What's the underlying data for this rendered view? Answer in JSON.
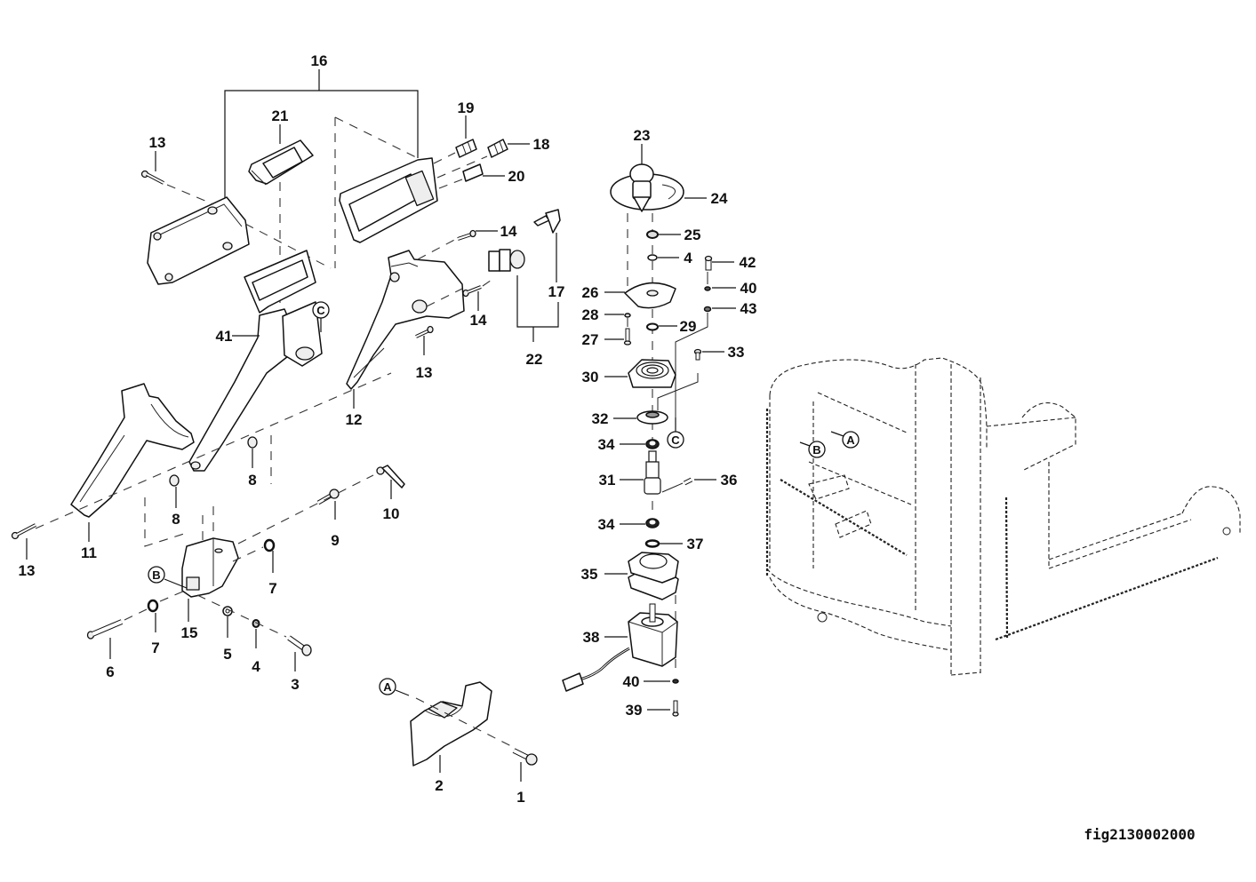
{
  "figure_id": "fig2130002000",
  "callouts": {
    "a": "A",
    "b": "B",
    "c": "C"
  },
  "parts": [
    {
      "no": "1"
    },
    {
      "no": "2"
    },
    {
      "no": "3"
    },
    {
      "no": "4"
    },
    {
      "no": "5"
    },
    {
      "no": "6"
    },
    {
      "no": "7"
    },
    {
      "no": "8"
    },
    {
      "no": "9"
    },
    {
      "no": "10"
    },
    {
      "no": "11"
    },
    {
      "no": "12"
    },
    {
      "no": "13"
    },
    {
      "no": "14"
    },
    {
      "no": "15"
    },
    {
      "no": "16"
    },
    {
      "no": "17"
    },
    {
      "no": "18"
    },
    {
      "no": "19"
    },
    {
      "no": "20"
    },
    {
      "no": "21"
    },
    {
      "no": "22"
    },
    {
      "no": "23"
    },
    {
      "no": "24"
    },
    {
      "no": "25"
    },
    {
      "no": "26"
    },
    {
      "no": "27"
    },
    {
      "no": "28"
    },
    {
      "no": "29"
    },
    {
      "no": "30"
    },
    {
      "no": "31"
    },
    {
      "no": "32"
    },
    {
      "no": "33"
    },
    {
      "no": "34"
    },
    {
      "no": "35"
    },
    {
      "no": "36"
    },
    {
      "no": "37"
    },
    {
      "no": "38"
    },
    {
      "no": "39"
    },
    {
      "no": "40"
    },
    {
      "no": "41"
    },
    {
      "no": "42"
    },
    {
      "no": "43"
    }
  ],
  "labels": {
    "p1": "1",
    "p2": "2",
    "p3": "3",
    "p4a": "4",
    "p4b": "4",
    "p5": "5",
    "p6": "6",
    "p7a": "7",
    "p7b": "7",
    "p8a": "8",
    "p8b": "8",
    "p9": "9",
    "p10": "10",
    "p11": "11",
    "p12": "12",
    "p13a": "13",
    "p13b": "13",
    "p13c": "13",
    "p14a": "14",
    "p14b": "14",
    "p15": "15",
    "p16": "16",
    "p17": "17",
    "p18": "18",
    "p19": "19",
    "p20": "20",
    "p21": "21",
    "p22": "22",
    "p23": "23",
    "p24": "24",
    "p25": "25",
    "p26": "26",
    "p27": "27",
    "p28": "28",
    "p29": "29",
    "p30": "30",
    "p31": "31",
    "p32": "32",
    "p33": "33",
    "p34a": "34",
    "p34b": "34",
    "p35": "35",
    "p36": "36",
    "p37": "37",
    "p38": "38",
    "p39": "39",
    "p40a": "40",
    "p40b": "40",
    "p41": "41",
    "p42": "42",
    "p43": "43"
  }
}
